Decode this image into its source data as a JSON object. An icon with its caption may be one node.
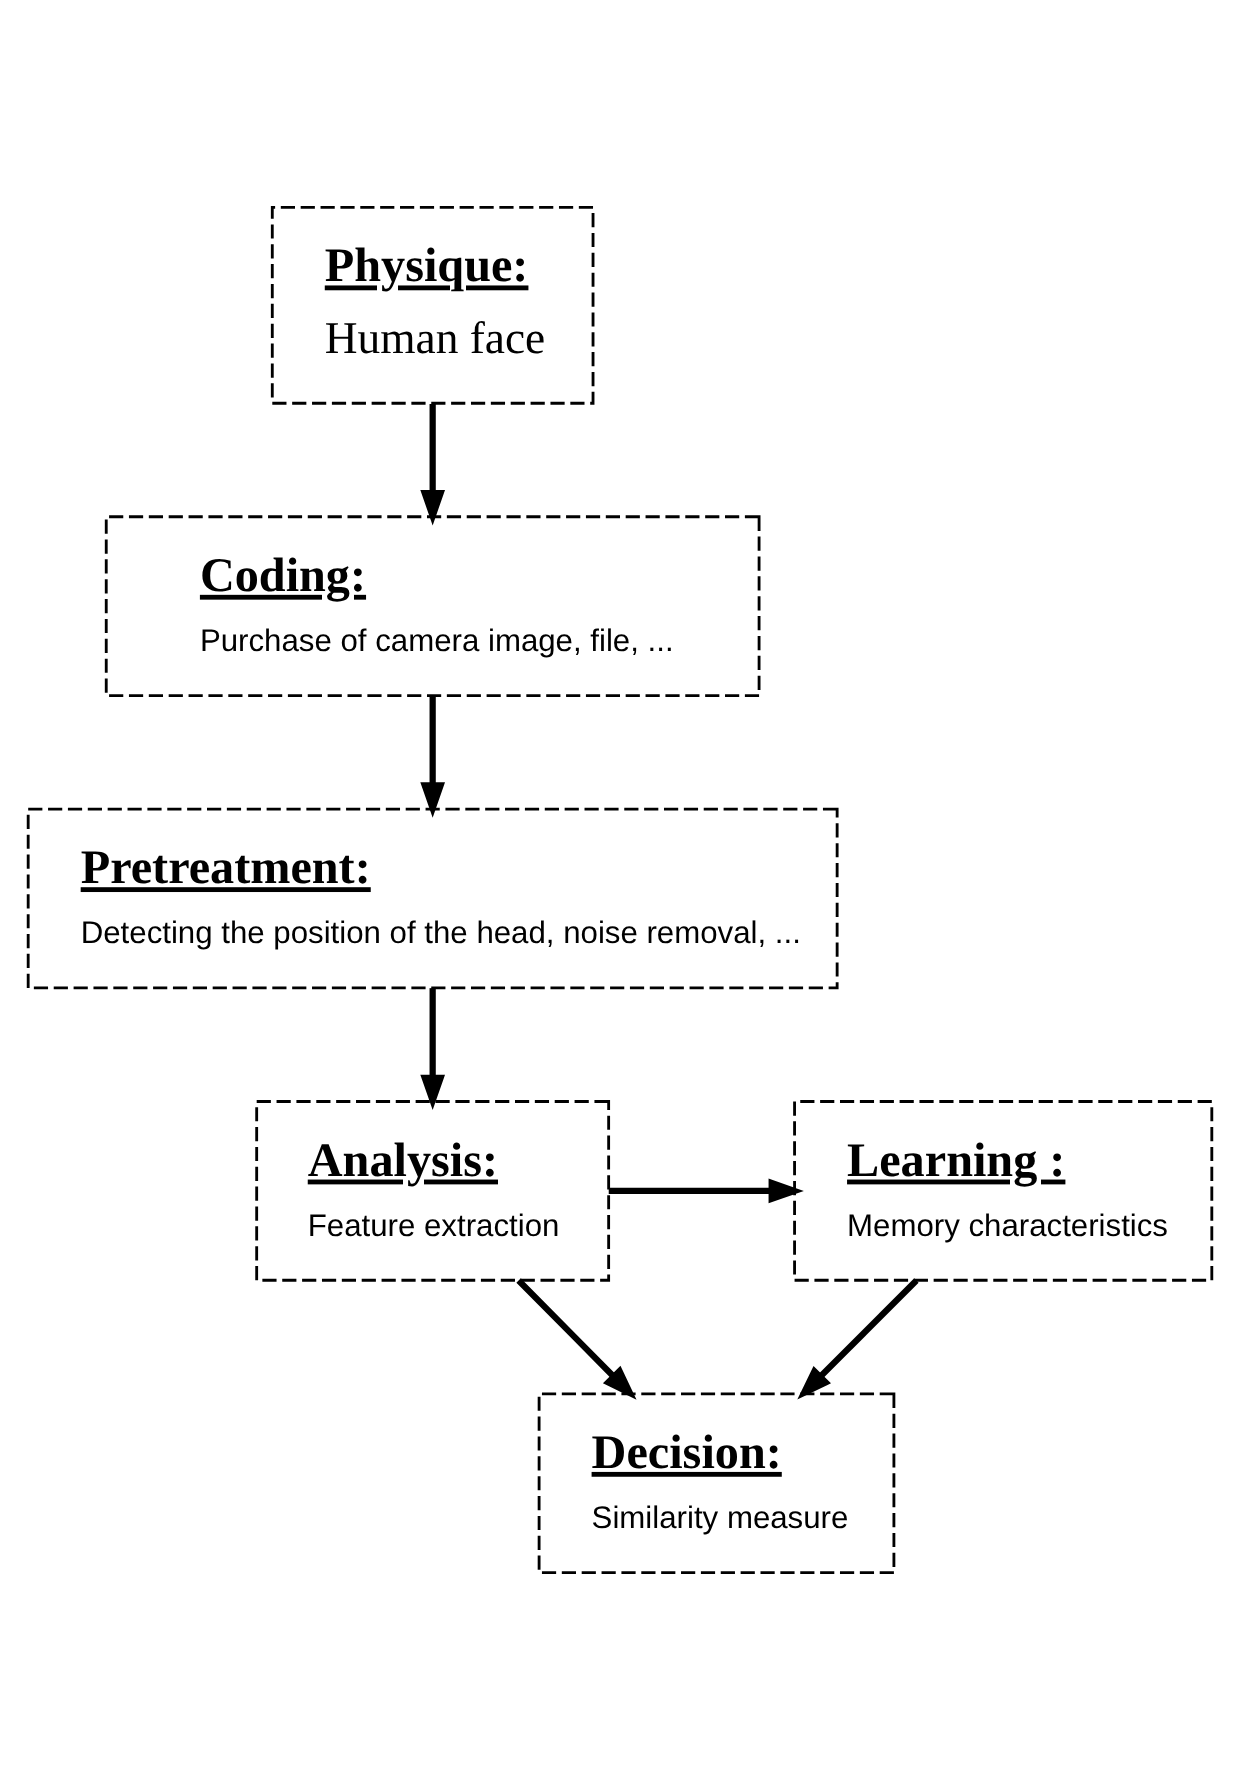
{
  "diagram": {
    "nodes": [
      {
        "text": [
          "Physique:",
          "Human face"
        ]
      },
      {
        "text": [
          "Coding:",
          "Purchase of camera image, file, ..."
        ]
      },
      {
        "text": [
          "Pretreatment:",
          "Detecting the position of the head, noise removal, ..."
        ]
      },
      {
        "text": [
          "Analysis:",
          "Feature extraction"
        ]
      },
      {
        "text": [
          "Learning :",
          "Memory characteristics"
        ]
      },
      {
        "text": [
          "Decision:",
          "Similarity measure"
        ]
      }
    ],
    "edges": [
      {
        "from": 0,
        "to": 1,
        "arrow": "to"
      },
      {
        "from": 1,
        "to": 2,
        "arrow": "to"
      },
      {
        "from": 2,
        "to": 3,
        "arrow": "to"
      },
      {
        "from": 3,
        "to": 4,
        "arrow": "to"
      },
      {
        "from": 3,
        "to": 5,
        "arrow": "to"
      },
      {
        "from": 4,
        "to": 5,
        "arrow": "to"
      }
    ]
  }
}
